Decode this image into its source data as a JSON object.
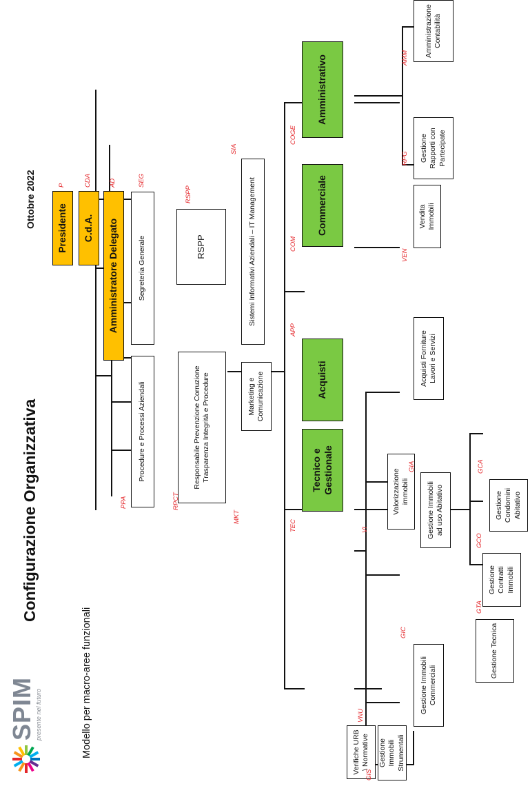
{
  "header": {
    "logo": {
      "name": "SPIM",
      "tagline": "presente nel futuro",
      "icon": "spim-starburst-logo"
    },
    "title": "Configurazione Organizzativa",
    "subtitle": "Modello per macro-aree funzionali",
    "date": "Ottobre 2022"
  },
  "governance": {
    "presidente": {
      "label": "Presidente",
      "code": "P"
    },
    "cda": {
      "label": "C.d.A.",
      "code": "CDA"
    },
    "ad": {
      "label": "Amministratore Delegato",
      "code": "AD"
    }
  },
  "staff": {
    "seg": {
      "label": "Segreteria Generale",
      "code": "SEG"
    },
    "ppa": {
      "label": "Procedure e Processi Aziendali",
      "code": "PPA"
    },
    "rspp": {
      "label": "RSPP",
      "code": "RSPP"
    },
    "rpct": {
      "label": "Responsabile Prevenzione Corruzione\nTrasparenza Integrità e Procedure",
      "code": "RPCT"
    },
    "sia": {
      "label": "Sistemi Informativi Aziendali – IT Management",
      "code": "SIA"
    },
    "mkt": {
      "label": "Marketing e\nComunicazione",
      "code": "MKT"
    }
  },
  "areas": {
    "tec": {
      "label": "Tecnico e\nGestionale",
      "code": "TEC"
    },
    "app": {
      "label": "Acquisti",
      "code": "APP"
    },
    "com": {
      "label": "Commerciale",
      "code": "COM"
    },
    "coge": {
      "label": "Amministrativo",
      "code": "COGE"
    }
  },
  "units": {
    "vnu": {
      "label": "Verifiche URB\n\\ Normative",
      "code": "VNU"
    },
    "gis": {
      "label": "Gestione Immobili\nStrumentali",
      "code": "GIS"
    },
    "gic": {
      "label": "Gestione Immobili\nCommerciali",
      "code": "GIC"
    },
    "vi": {
      "label": "Valorizzazione\nimmobili",
      "code": "VI"
    },
    "gia": {
      "label": "Gestione Immobili\nad uso Abitativo",
      "code": "GIA"
    },
    "gta": {
      "label": "Gestione Tecnica",
      "code": "GTA"
    },
    "gco": {
      "label": "Gestione\nContratti\nImmobili",
      "code": "GCO"
    },
    "gca": {
      "label": "Gestione\nCondomini\nAbitativo",
      "code": "GCA"
    },
    "acq": {
      "label": "Acquisti  Forniture\nLavori e Servizi"
    },
    "ven": {
      "label": "Vendita\nImmobili",
      "code": "VEN"
    },
    "rpg": {
      "label": "Gestione\nRapporti con\nPartecipate",
      "code": "RPG"
    },
    "amm": {
      "label": "Amministrazione\nContabilità",
      "code": "AMM"
    }
  },
  "colors": {
    "governance": "#FFC000",
    "areas": "#7AC943",
    "codes": "#E4262A",
    "logo_text": "#7F8793"
  }
}
